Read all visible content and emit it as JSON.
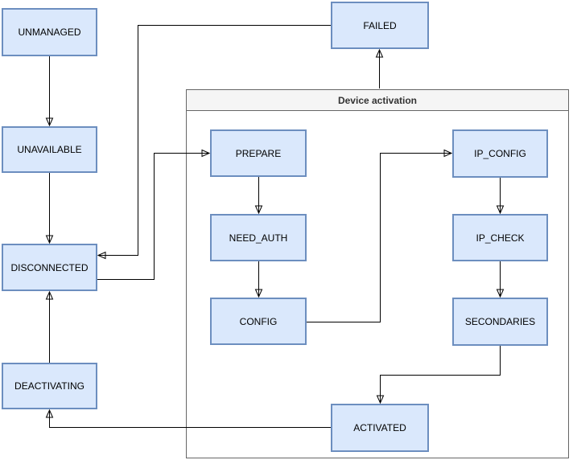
{
  "group": {
    "title": "Device activation"
  },
  "nodes": [
    {
      "id": "unmanaged",
      "label": "UNMANAGED"
    },
    {
      "id": "unavailable",
      "label": "UNAVAILABLE"
    },
    {
      "id": "disconnected",
      "label": "DISCONNECTED"
    },
    {
      "id": "deactivating",
      "label": "DEACTIVATING"
    },
    {
      "id": "failed",
      "label": "FAILED"
    },
    {
      "id": "prepare",
      "label": "PREPARE"
    },
    {
      "id": "need_auth",
      "label": "NEED_AUTH"
    },
    {
      "id": "config",
      "label": "CONFIG"
    },
    {
      "id": "ip_config",
      "label": "IP_CONFIG"
    },
    {
      "id": "ip_check",
      "label": "IP_CHECK"
    },
    {
      "id": "secondaries",
      "label": "SECONDARIES"
    },
    {
      "id": "activated",
      "label": "ACTIVATED"
    }
  ],
  "edges": [
    {
      "from": "UNMANAGED",
      "to": "UNAVAILABLE"
    },
    {
      "from": "UNAVAILABLE",
      "to": "DISCONNECTED"
    },
    {
      "from": "DEACTIVATING",
      "to": "DISCONNECTED"
    },
    {
      "from": "FAILED",
      "to": "DISCONNECTED"
    },
    {
      "from": "DISCONNECTED",
      "to": "PREPARE"
    },
    {
      "from": "PREPARE",
      "to": "NEED_AUTH"
    },
    {
      "from": "NEED_AUTH",
      "to": "CONFIG"
    },
    {
      "from": "CONFIG",
      "to": "IP_CONFIG"
    },
    {
      "from": "IP_CONFIG",
      "to": "IP_CHECK"
    },
    {
      "from": "IP_CHECK",
      "to": "SECONDARIES"
    },
    {
      "from": "SECONDARIES",
      "to": "ACTIVATED"
    },
    {
      "from": "ACTIVATED",
      "to": "DEACTIVATING"
    },
    {
      "from": "Device activation",
      "to": "FAILED"
    }
  ],
  "colors": {
    "node_fill": "#dae8fc",
    "node_border": "#6c8ebf",
    "node_text": "#000000",
    "group_border": "#666666",
    "group_header_fill": "#f5f5f5",
    "group_title_text": "#333333",
    "edge": "#000000",
    "background": "#ffffff"
  }
}
